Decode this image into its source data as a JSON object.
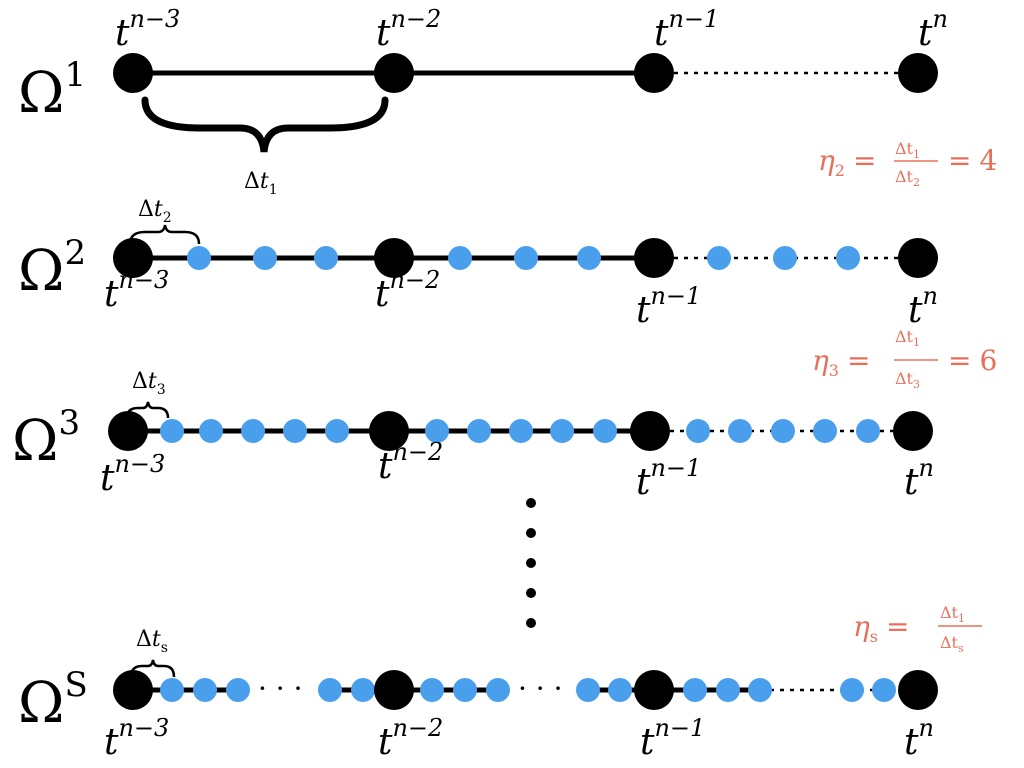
{
  "colors": {
    "main_node": "#000000",
    "sub_node": "#4a9fec",
    "line": "#000000",
    "ratio_text": "#e8705a"
  },
  "levels": [
    {
      "omega": "Ω",
      "omega_sup": "1",
      "times": [
        {
          "t": "t",
          "sup": "n−3"
        },
        {
          "t": "t",
          "sup": "n−2"
        },
        {
          "t": "t",
          "sup": "n−1"
        },
        {
          "t": "t",
          "sup": "n"
        }
      ],
      "step": {
        "delta": "Δ",
        "t": "t",
        "sub": "1"
      }
    },
    {
      "omega": "Ω",
      "omega_sup": "2",
      "times": [
        {
          "t": "t",
          "sup": "n−3"
        },
        {
          "t": "t",
          "sup": "n−2"
        },
        {
          "t": "t",
          "sup": "n−1"
        },
        {
          "t": "t",
          "sup": "n"
        }
      ],
      "step": {
        "delta": "Δ",
        "t": "t",
        "sub": "2"
      },
      "ratio": {
        "eta": "η",
        "eta_sub": "2",
        "eq": "=",
        "num": "Δt",
        "num_sub": "1",
        "den": "Δt",
        "den_sub": "2",
        "eq2": "=",
        "value": "4"
      }
    },
    {
      "omega": "Ω",
      "omega_sup": "3",
      "times": [
        {
          "t": "t",
          "sup": "n−3"
        },
        {
          "t": "t",
          "sup": "n−2"
        },
        {
          "t": "t",
          "sup": "n−1"
        },
        {
          "t": "t",
          "sup": "n"
        }
      ],
      "step": {
        "delta": "Δ",
        "t": "t",
        "sub": "3"
      },
      "ratio": {
        "eta": "η",
        "eta_sub": "3",
        "eq": "=",
        "num": "Δt",
        "num_sub": "1",
        "den": "Δt",
        "den_sub": "3",
        "eq2": "=",
        "value": "6"
      }
    },
    {
      "omega": "Ω",
      "omega_sup": "S",
      "times": [
        {
          "t": "t",
          "sup": "n−3"
        },
        {
          "t": "t",
          "sup": "n−2"
        },
        {
          "t": "t",
          "sup": "n−1"
        },
        {
          "t": "t",
          "sup": "n"
        }
      ],
      "step": {
        "delta": "Δ",
        "t": "t",
        "sub": "s"
      },
      "ratio": {
        "eta": "η",
        "eta_sub": "s",
        "eq": "=",
        "num": "Δt",
        "num_sub": "1",
        "den": "Δt",
        "den_sub": "s"
      }
    }
  ],
  "ellipsis": "· · ·"
}
